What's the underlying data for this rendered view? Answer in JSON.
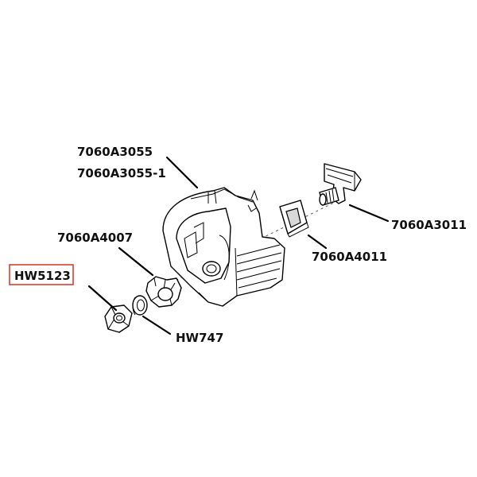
{
  "labels": {
    "housing_primary": "7060A3055",
    "housing_alt": "7060A3055-1",
    "clip_part": "7060A3011",
    "gasket_part": "7060A4011",
    "cam_part": "7060A4007",
    "nut_part": "HW5123",
    "washer_part": "HW747"
  },
  "highlighted_part": "HW5123",
  "colors": {
    "highlight": "#d9402b",
    "ink": "#000000",
    "background": "#ffffff"
  }
}
